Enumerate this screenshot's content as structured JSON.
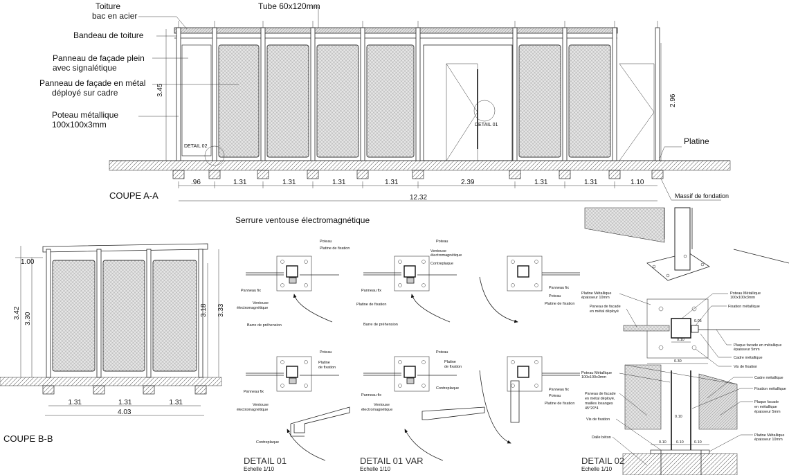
{
  "coupe_aa": {
    "title": "COUPE A-A",
    "labels": {
      "toiture": "Toiture",
      "toiture2": "bac en acier",
      "tube": "Tube 60x120mm",
      "bandeau": "Bandeau de toiture",
      "panneau_plein": "Panneau de façade plein",
      "panneau_plein2": "avec signalétique",
      "panneau_metal": "Panneau de façade en métal",
      "panneau_metal2": "déployé sur cadre",
      "poteau": "Poteau métallique",
      "poteau2": "100x100x3mm",
      "platine": "Platine",
      "massif": "Massif de fondation",
      "detail01": "DETAIL 01",
      "detail02": "DETAIL 02"
    },
    "spans": [
      ".96",
      "1.31",
      "1.31",
      "1.31",
      "1.31",
      "2.39",
      "1.31",
      "1.31",
      "1.10"
    ],
    "total": "12.32",
    "height_left": "3.45",
    "height_right": "2.96"
  },
  "coupe_bb": {
    "title": "COUPE B-B",
    "spans": [
      "1.31",
      "1.31",
      "1.31"
    ],
    "total": "4.03",
    "left_dims": [
      "1.00",
      "3.42",
      "3.30"
    ],
    "right_dims": [
      "3.18",
      "3.33"
    ]
  },
  "serrure": {
    "title": "Serrure ventouse électromagnétique",
    "poteau": "Poteau",
    "platine": "Platine de fixation",
    "platine_a": "Platine",
    "platine_b": "de fixation",
    "panneau_fix": "Panneau fix",
    "ventouse_a": "Ventouse",
    "ventouse_b": "électromagnétique",
    "barre": "Barre de préhension",
    "contreplaque": "Contreplaque"
  },
  "detail01": {
    "title": "DETAIL 01",
    "scale": "Echelle 1/10"
  },
  "detail01var": {
    "title": "DETAIL 01 VAR",
    "scale": "Echelle 1/10"
  },
  "detail02": {
    "title": "DETAIL 02",
    "scale": "Echelle 1/10",
    "platine_a": "Platine Métallique",
    "platine_b": "épaisseur 10mm",
    "paneau_a": "Paneau de facade",
    "paneau_b": "en métal déployé",
    "poteau_a": "Poteau Métallique",
    "poteau_b": "100x100x3mm",
    "fixation": "Fixation métallique",
    "plaque_a": "Plaque facade en métallique",
    "plaque_b": "épaisseur 5mm",
    "cadre": "Cadre métallique",
    "vis": "Vis de fixation",
    "paneau2_a": "Paneau de facade",
    "paneau2_b": "en métal déployé,",
    "paneau2_c": "mailles losanges",
    "paneau2_d": "45*20*4",
    "dalle": "Dalle béton",
    "plaque2_a": "Plaque facade",
    "plaque2_b": "en métallique",
    "plaque2_c": "épaisseur 5mm",
    "dim_010": "0.10",
    "dim_030": "0.30",
    "dim_005": "0.05"
  }
}
